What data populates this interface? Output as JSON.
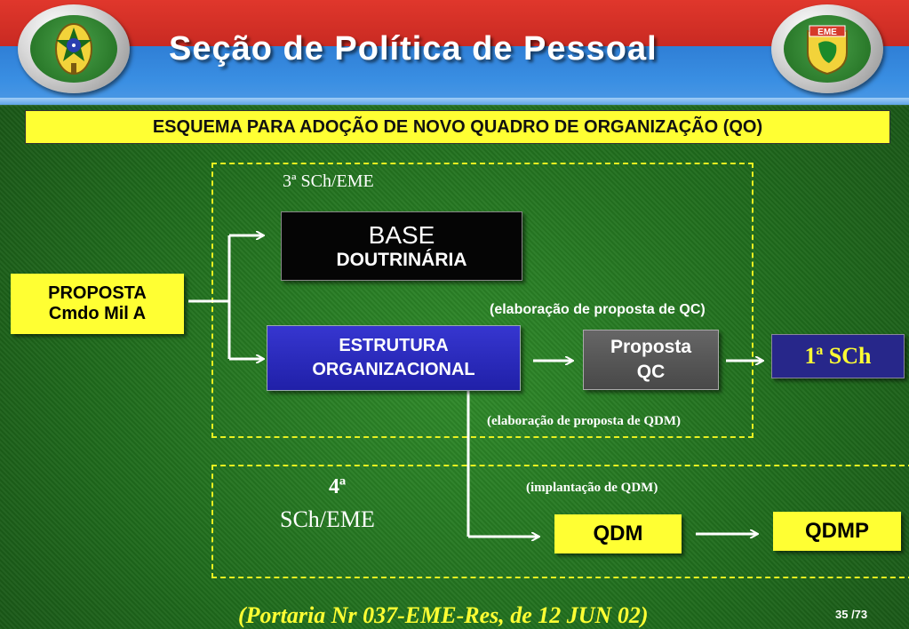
{
  "header": {
    "title": "Seção de Política de Pessoal",
    "left_emblem_icon": "army-star-emblem-icon",
    "right_emblem_icon": "eme-shield-icon",
    "right_emblem_text": "EME"
  },
  "heading": "ESQUEMA  PARA  ADOÇÃO DE NOVO QUADRO DE ORGANIZAÇÃO (QO)",
  "section3": {
    "label": "3ª SCh/EME"
  },
  "section4": {
    "label_line1": "4ª",
    "label_line2": "SCh/EME"
  },
  "nodes": {
    "proposta_cmdo": {
      "line1": "PROPOSTA",
      "line2": "Cmdo Mil A"
    },
    "base_doutrinaria": {
      "line1": "BASE",
      "line2": "DOUTRINÁRIA"
    },
    "estrutura": {
      "line1": "ESTRUTURA",
      "line2": "ORGANIZACIONAL"
    },
    "proposta_qc": {
      "line1": "Proposta",
      "line2": "QC"
    },
    "primeira_sch": {
      "label": "1ª SCh"
    },
    "qdm": {
      "label": "QDM"
    },
    "qdmp": {
      "label": "QDMP"
    }
  },
  "annotations": {
    "elab_qc": "(elaboração de proposta de QC)",
    "elab_qdm": "(elaboração de proposta de QDM)",
    "impl_qdm": "(implantação de QDM)"
  },
  "footer": {
    "reference": "(Portaria Nr 037-EME-Res, de 12 JUN 02)",
    "page": "35 /73"
  },
  "colors": {
    "highlight_yellow": "#ffff33",
    "dash_yellow": "#e8f020",
    "navy_box": "#27278a",
    "blue_box": "#2424b8",
    "gray_box": "#555555",
    "black_box": "#050505"
  }
}
